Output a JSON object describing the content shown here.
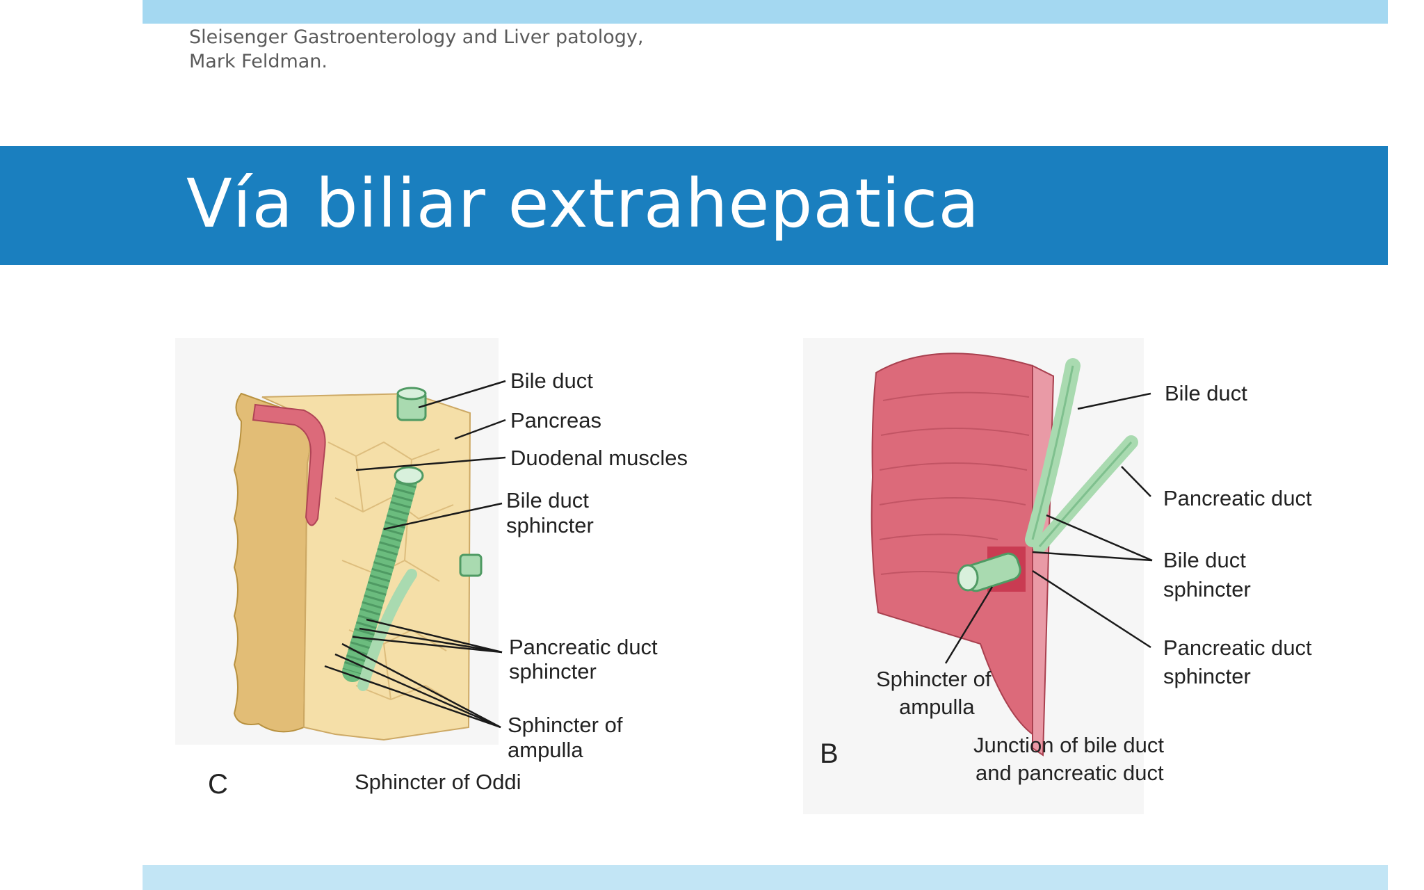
{
  "citation": "Sleisenger Gastroenterology and Liver patology, Mark Feldman.",
  "title": "Vía biliar extrahepatica",
  "figure_left": {
    "letter": "C",
    "caption": "Sphincter of Oddi",
    "labels": {
      "bile_duct": "Bile duct",
      "pancreas": "Pancreas",
      "duodenal_muscles": "Duodenal muscles",
      "bile_duct_sphincter_1": "Bile duct",
      "bile_duct_sphincter_2": "sphincter",
      "pancreatic_duct_sphincter_1": "Pancreatic duct",
      "pancreatic_duct_sphincter_2": "sphincter",
      "sphincter_of_ampulla_1": "Sphincter of",
      "sphincter_of_ampulla_2": "ampulla"
    }
  },
  "figure_right": {
    "letter": "B",
    "caption_1": "Junction of bile duct",
    "caption_2": "and pancreatic duct",
    "labels": {
      "bile_duct": "Bile duct",
      "pancreatic_duct": "Pancreatic duct",
      "bile_duct_sphincter_1": "Bile duct",
      "bile_duct_sphincter_2": "sphincter",
      "pancreatic_duct_sphincter_1": "Pancreatic duct",
      "pancreatic_duct_sphincter_2": "sphincter",
      "sphincter_of_ampulla_1": "Sphincter of",
      "sphincter_of_ampulla_2": "ampulla"
    }
  },
  "colors": {
    "title_band": "#1a7fbf",
    "top_bar": "#a4d8f1",
    "bottom_bar": "#c2e5f5",
    "duodenum": "#e2bd76",
    "pancreas": "#f5dfa8",
    "muscle": "#dc6a7a",
    "duct": "#a9dab0"
  }
}
